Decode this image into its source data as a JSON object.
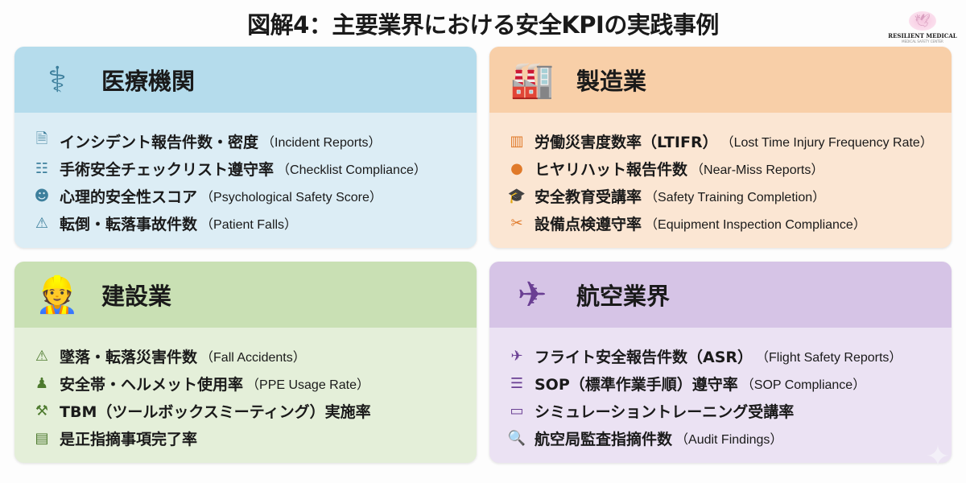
{
  "title": "図解4：主要業界における安全KPIの実践事例",
  "logo": {
    "name": "RESILIENT MEDICAL",
    "tagline": "MEDICAL SAFETY CENTER"
  },
  "colors": {
    "medical": "#3d7f9c",
    "manufacturing": "#e07a2a",
    "construction": "#4d7a2e",
    "aviation": "#6a3f93"
  },
  "panels": [
    {
      "title": "医療機関",
      "icon": "stethoscope-icon",
      "items": [
        {
          "jp": "インシデント報告件数・密度",
          "en": "（Incident Reports）",
          "icon": "document-icon"
        },
        {
          "jp": "手術安全チェックリスト遵守率",
          "en": "（Checklist Compliance）",
          "icon": "checklist-icon"
        },
        {
          "jp": "心理的安全性スコア",
          "en": "（Psychological Safety Score）",
          "icon": "head-icon"
        },
        {
          "jp": "転倒・転落事故件数",
          "en": "（Patient Falls）",
          "icon": "fall-icon"
        }
      ]
    },
    {
      "title": "製造業",
      "icon": "factory-icon",
      "items": [
        {
          "jp": "労働災害度数率（LTIFR）",
          "en": "（Lost Time Injury Frequency Rate）",
          "icon": "bar-chart-icon"
        },
        {
          "jp": "ヒヤリハット報告件数",
          "en": "（Near-Miss Reports）",
          "icon": "person-alert-icon"
        },
        {
          "jp": "安全教育受講率",
          "en": "（Safety Training Completion）",
          "icon": "graduation-cap-icon"
        },
        {
          "jp": "設備点検遵守率",
          "en": "（Equipment Inspection Compliance）",
          "icon": "tools-icon"
        }
      ]
    },
    {
      "title": "建設業",
      "icon": "worker-crane-icon",
      "items": [
        {
          "jp": "墜落・転落災害件数",
          "en": "（Fall Accidents）",
          "icon": "fall-icon"
        },
        {
          "jp": "安全帯・ヘルメット使用率",
          "en": "（PPE Usage Rate）",
          "icon": "helmet-worker-icon"
        },
        {
          "jp": "TBM（ツールボックスミーティング）実施率",
          "en": "",
          "icon": "crane-icon"
        },
        {
          "jp": "是正指摘事項完了率",
          "en": "",
          "icon": "clipboard-icon"
        }
      ]
    },
    {
      "title": "航空業界",
      "icon": "airplane-icon",
      "items": [
        {
          "jp": "フライト安全報告件数（ASR）",
          "en": "（Flight Safety Reports）",
          "icon": "airplane-icon"
        },
        {
          "jp": "SOP（標準作業手順）遵守率",
          "en": "（SOP Compliance）",
          "icon": "list-icon"
        },
        {
          "jp": "シミュレーショントレーニング受講率",
          "en": "",
          "icon": "simulator-icon"
        },
        {
          "jp": "航空局監査指摘件数",
          "en": "（Audit Findings）",
          "icon": "audit-icon"
        }
      ]
    }
  ]
}
